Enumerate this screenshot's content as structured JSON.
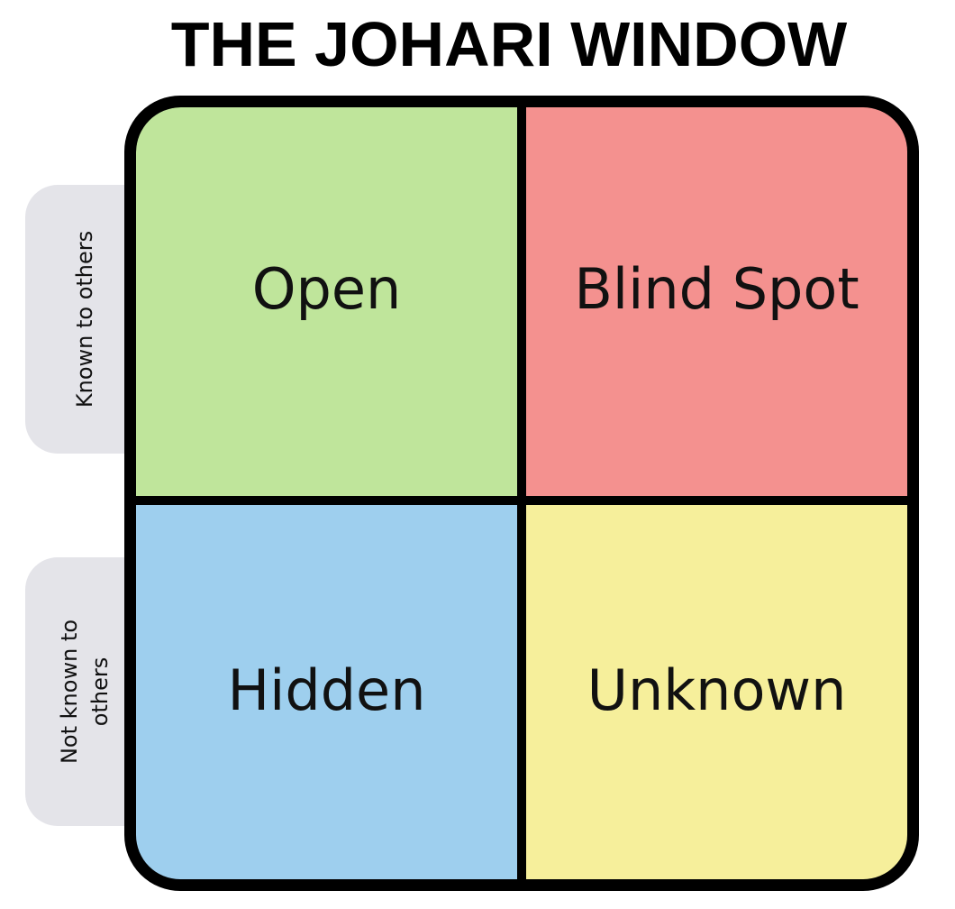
{
  "title": "THE JOHARI WINDOW",
  "row_labels": [
    "Known to others",
    "Not known to others"
  ],
  "quadrants": [
    {
      "label": "Open",
      "color": "#bfe59b"
    },
    {
      "label": "Blind Spot",
      "color": "#f4918f"
    },
    {
      "label": "Hidden",
      "color": "#9ecfee"
    },
    {
      "label": "Unknown",
      "color": "#f6ef9b"
    }
  ]
}
